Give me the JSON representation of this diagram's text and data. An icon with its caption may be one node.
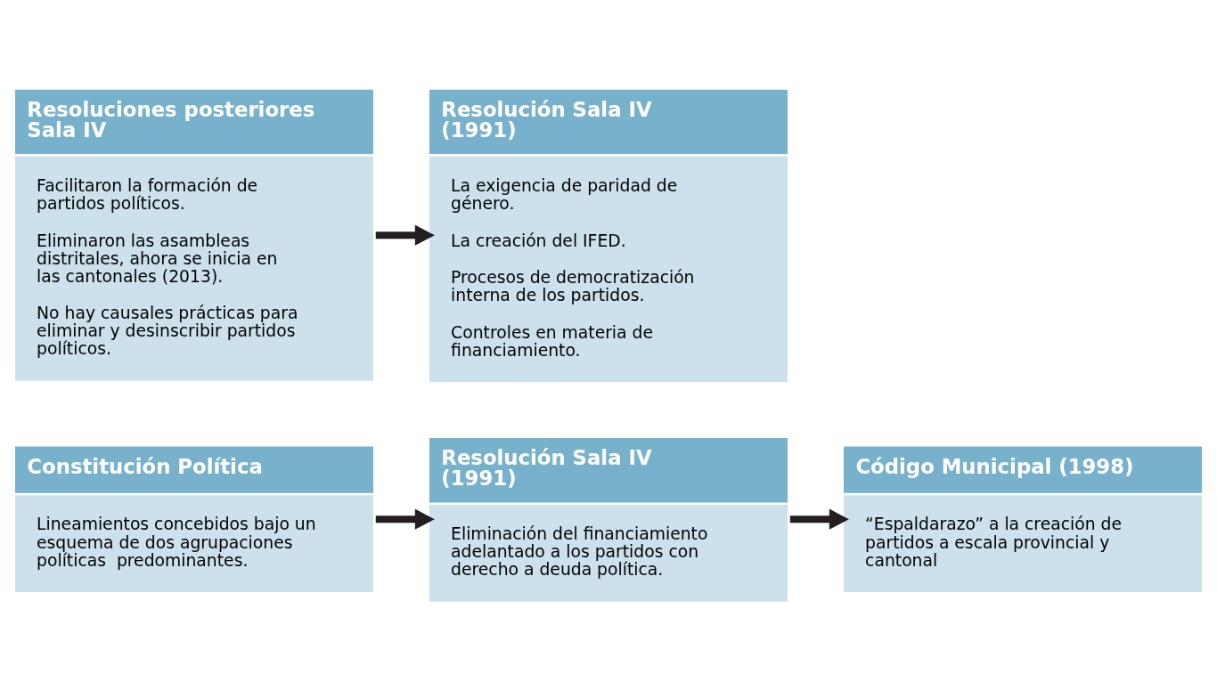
{
  "diagram": {
    "nodes": [
      {
        "text": [
          "Constitución Política",
          "Lineamientos concebidos bajo un esquema de dos agrupaciones políticas  predominantes."
        ]
      },
      {
        "text": [
          "Resolución Sala IV (1991)",
          "Eliminación del financiamiento adelantado a los partidos con derecho a deuda política."
        ]
      },
      {
        "text": [
          "Código Municipal (1998)",
          "“Espaldarazo” a la creación de partidos a escala provincial y cantonal"
        ]
      },
      {
        "text": [
          "Resoluciones posteriores Sala IV",
          "Facilitaron la formación de partidos políticos.",
          "Eliminaron las asambleas distritales, ahora se inicia en las cantonales (2013).",
          "No hay causales prácticas para eliminar y desinscribir partidos políticos."
        ]
      },
      {
        "text": [
          "Resolución Sala IV (1991)",
          "La exigencia de paridad de género.",
          "La creación del IFED.",
          "Procesos de democratización interna de los partidos.",
          "Controles en materia de financiamiento."
        ]
      }
    ],
    "edges": [
      {
        "from": 0,
        "to": 1,
        "arrow": "to"
      },
      {
        "from": 1,
        "to": 2,
        "arrow": "to"
      },
      {
        "from": 3,
        "to": 4,
        "arrow": "to"
      }
    ]
  }
}
